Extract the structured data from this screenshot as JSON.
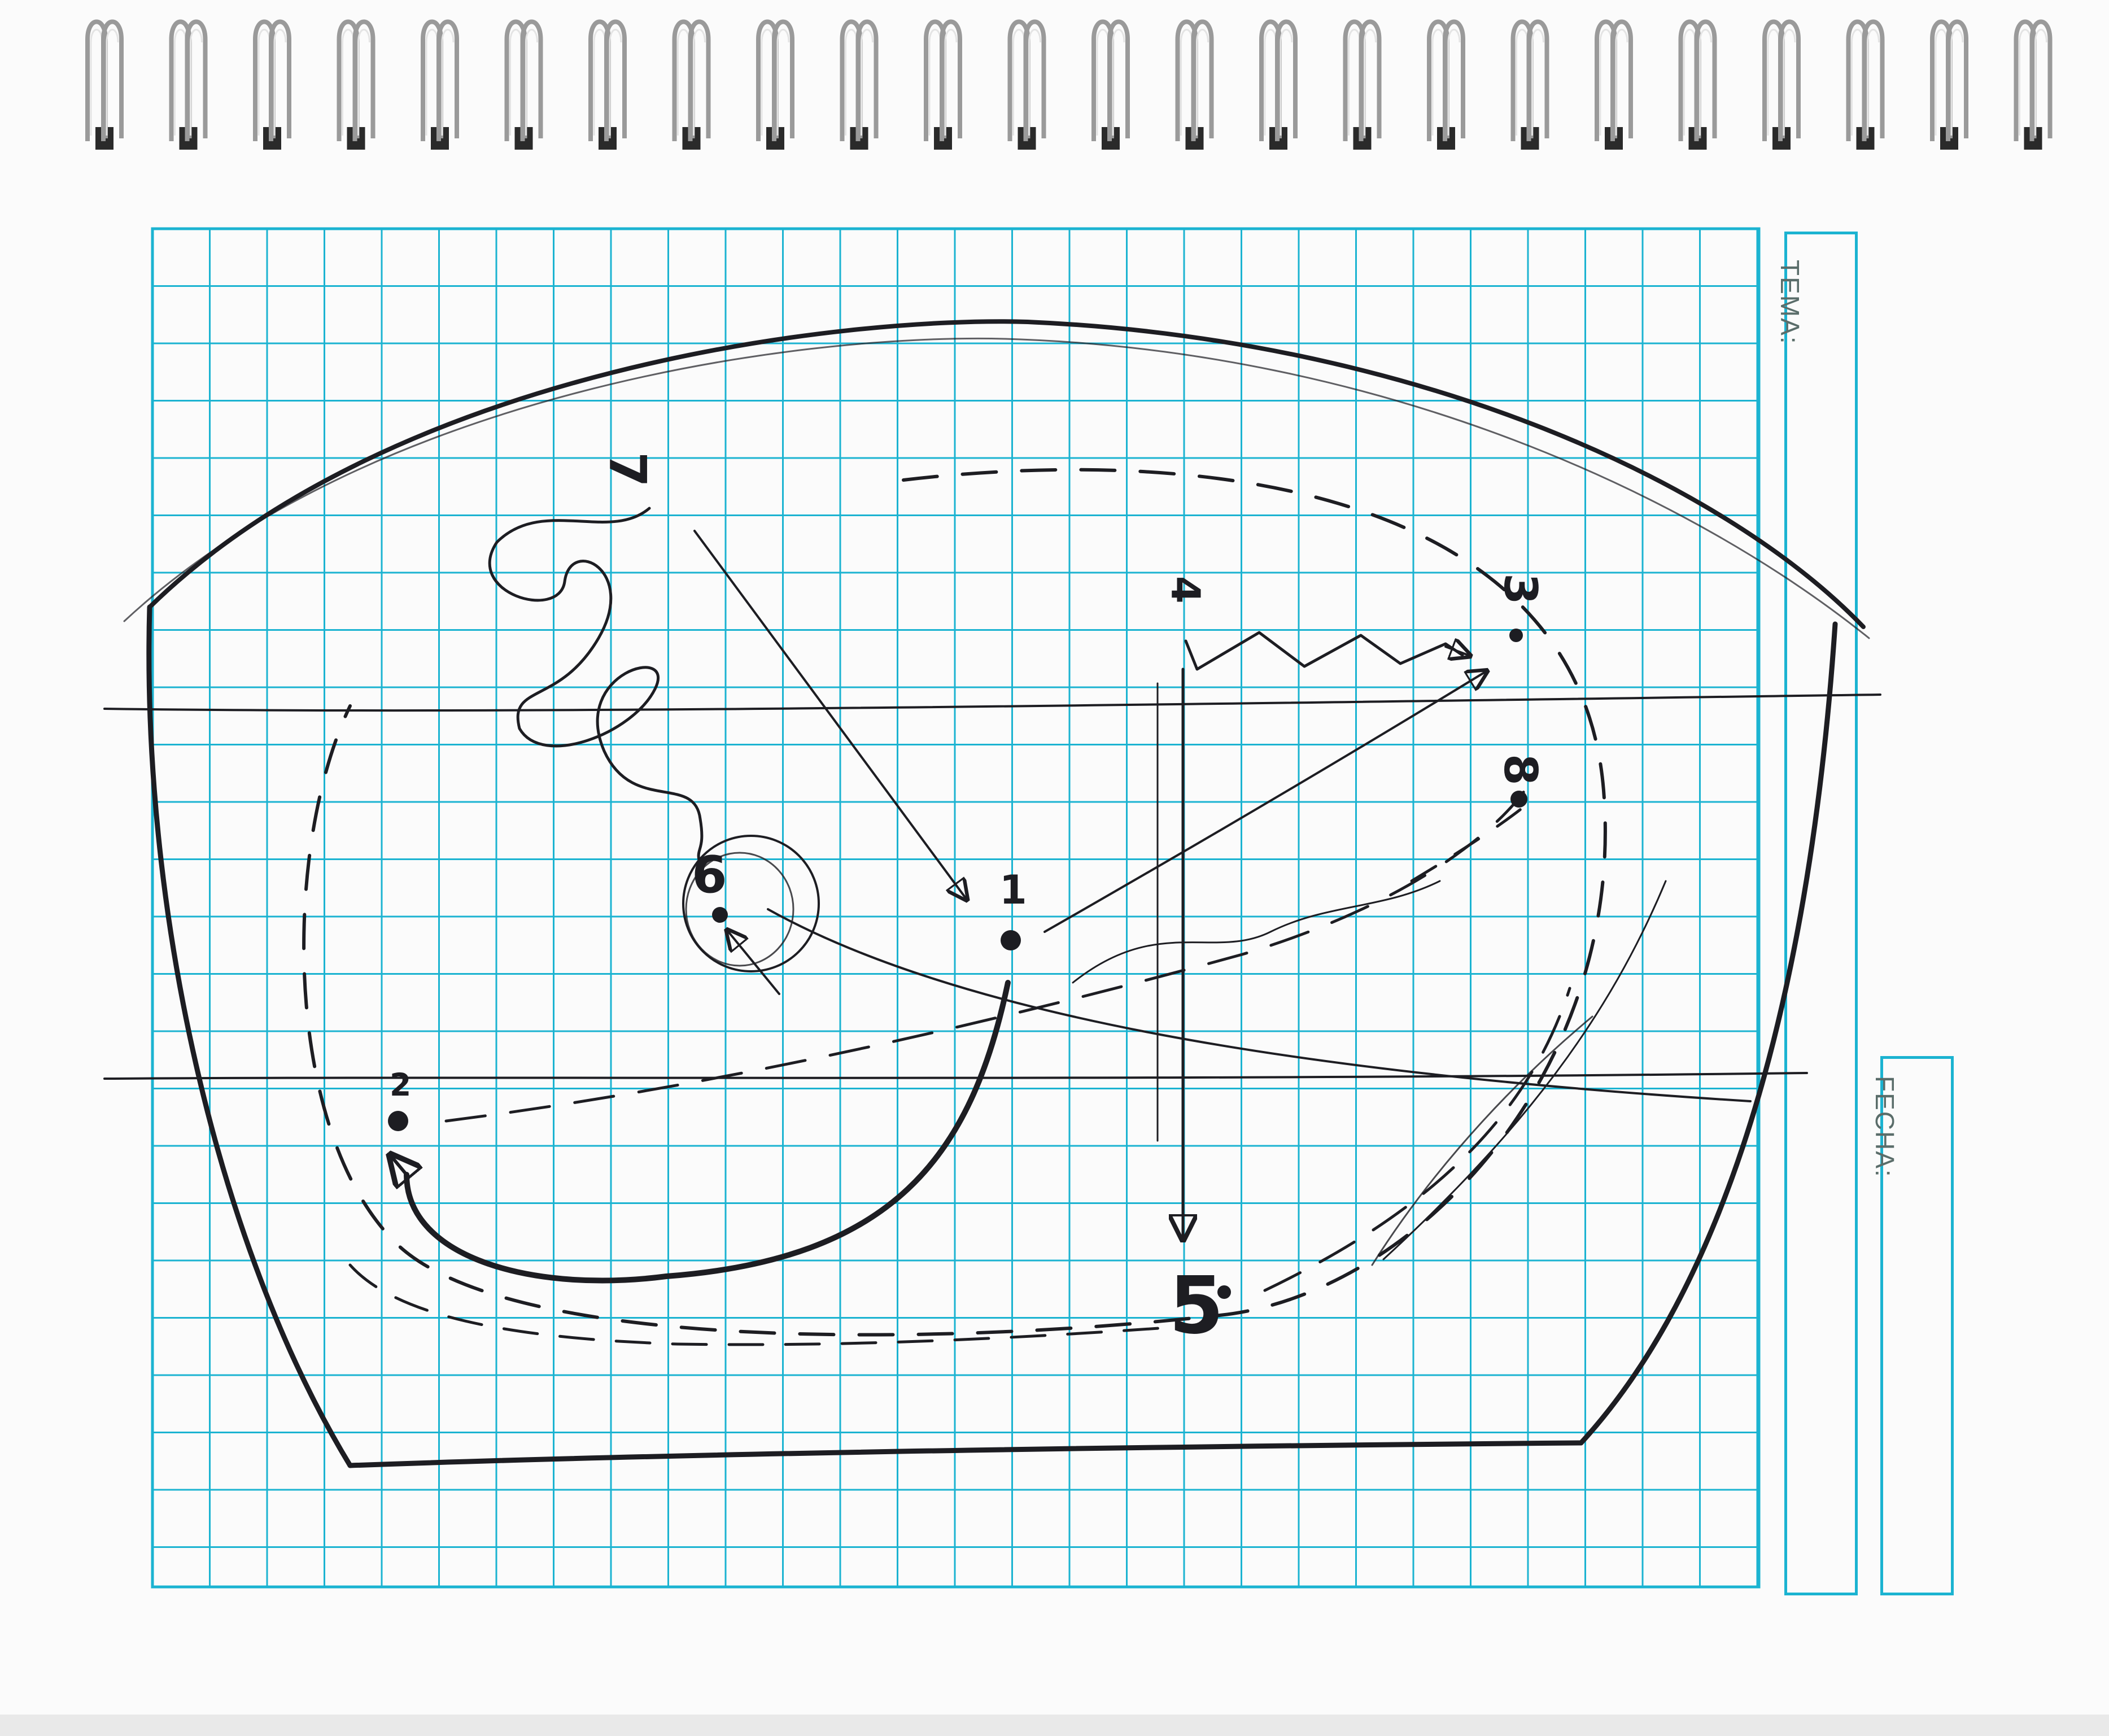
{
  "form": {
    "tema_label": "TEMA:",
    "fecha_label": "FECHA:"
  },
  "diagram": {
    "numbers": {
      "n1": "1",
      "n2": "2",
      "n3": "3",
      "n4": "4",
      "n5": "5",
      "n6": "6",
      "n7": "7",
      "n8": "8"
    }
  },
  "colors": {
    "grid": "#1bb3d1",
    "ink": "#1d1d22",
    "paper": "#fbfbfb"
  }
}
